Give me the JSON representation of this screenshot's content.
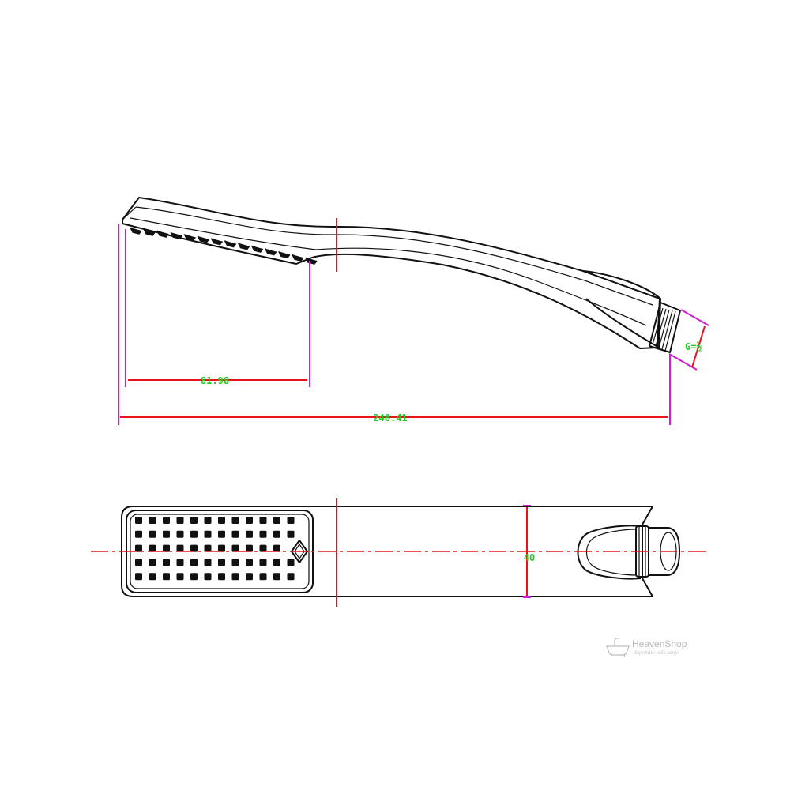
{
  "dimensions": {
    "spray_face_length": "81.98",
    "overall_length": "246.41",
    "thread_size": "G=½",
    "width": "40"
  },
  "watermark": {
    "brand": "HeavenShop",
    "tagline": "dopolnite vaše sanje"
  },
  "colors": {
    "outline": "#111111",
    "dimension_line": "#e8121b",
    "extension_line": "#d21bd2",
    "dimension_text": "#22cc22",
    "watermark": "#b8b8b8"
  }
}
